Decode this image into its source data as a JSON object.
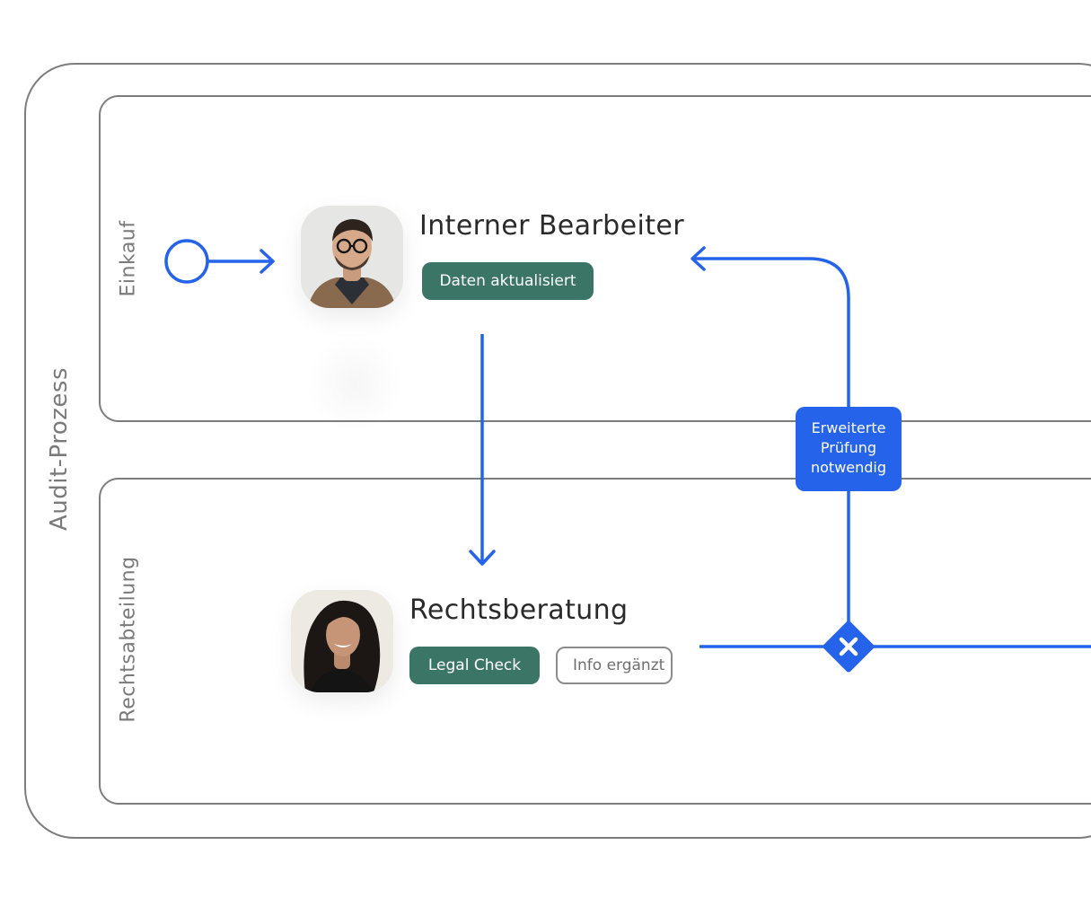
{
  "pool": {
    "label": "Audit-Prozess"
  },
  "lanes": [
    {
      "label": "Einkauf"
    },
    {
      "label": "Rechtsabteilung"
    }
  ],
  "tasks": [
    {
      "title": "Interner Bearbeiter",
      "avatar_icon": "man-portrait-avatar",
      "chips": [
        {
          "label": "Daten aktualisiert",
          "style": "filled"
        }
      ]
    },
    {
      "title": "Rechtsberatung",
      "avatar_icon": "woman-portrait-avatar",
      "chips": [
        {
          "label": "Legal Check",
          "style": "filled"
        },
        {
          "label": "Info ergänzt",
          "style": "outline"
        }
      ]
    }
  ],
  "condition": {
    "lines": [
      "Erweiterte",
      "Prüfung",
      "notwendig"
    ]
  },
  "gateway": {
    "type": "exclusive",
    "icon": "x-icon"
  },
  "colors": {
    "flow": "#2563eb",
    "chip_filled": "#3b7566",
    "border": "#7d7d7d",
    "label": "#7a7a7a"
  }
}
